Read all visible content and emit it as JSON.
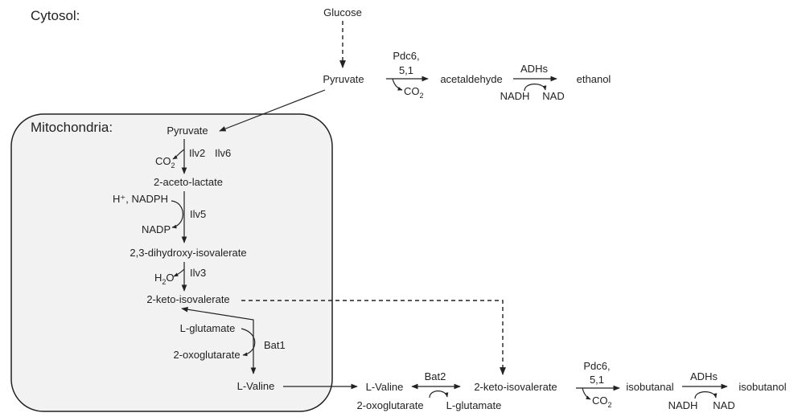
{
  "cytosol_label": "Cytosol:",
  "mitochondria_label": "Mitochondria:",
  "cytosol": {
    "glucose": "Glucose",
    "pyruvate": "Pyruvate",
    "pdc_line1": "Pdc6,",
    "pdc_line2": "5,1",
    "co2_c": "CO",
    "co2_sub": "2",
    "acetaldehyde": "acetaldehyde",
    "adhs": "ADHs",
    "nadh": "NADH",
    "nad": "NAD",
    "ethanol": "ethanol"
  },
  "mito": {
    "pyruvate": "Pyruvate",
    "co2_c": "CO",
    "co2_sub": "2",
    "ilv2": "Ilv2",
    "ilv6": "Ilv6",
    "acetolactate": "2-aceto-lactate",
    "hnadph": "H⁺, NADPH",
    "ilv5": "Ilv5",
    "nadp": "NADP",
    "dihydroxy": "2,3-dihydroxy-isovalerate",
    "h2o_h": "H",
    "h2o_sub": "2",
    "h2o_o": "O",
    "ilv3": "Ilv3",
    "ketoisovalerate": "2-keto-isovalerate",
    "lglutamate": "L-glutamate",
    "bat1": "Bat1",
    "oxoglutarate": "2-oxoglutarate",
    "lvaline": "L-Valine"
  },
  "bottom": {
    "lvaline": "L-Valine",
    "bat2": "Bat2",
    "oxoglutarate": "2-oxoglutarate",
    "lglutamate": "L-glutamate",
    "ketoisovalerate": "2-keto-isovalerate",
    "pdc_line1": "Pdc6,",
    "pdc_line2": "5,1",
    "co2_c": "CO",
    "co2_sub": "2",
    "isobutanal": "isobutanal",
    "adhs": "ADHs",
    "nadh": "NADH",
    "nad": "NAD",
    "isobutanol": "isobutanol"
  }
}
